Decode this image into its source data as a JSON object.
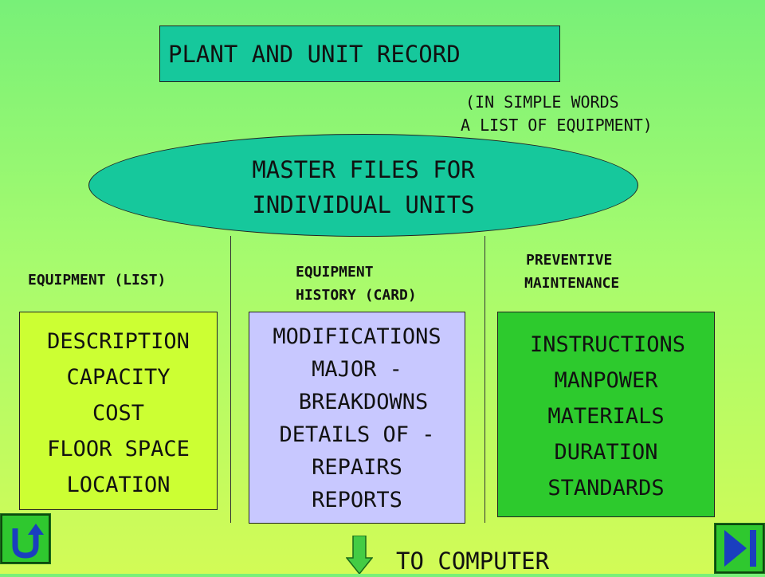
{
  "title": "PLANT AND UNIT RECORD",
  "note": {
    "line1": "(IN SIMPLE WORDS",
    "line2": "A LIST OF EQUIPMENT)"
  },
  "master": {
    "line1": "MASTER FILES FOR",
    "line2": "INDIVIDUAL UNITS"
  },
  "branches": [
    {
      "label_lines": [
        "EQUIPMENT (LIST)"
      ],
      "items": [
        "DESCRIPTION",
        "CAPACITY",
        "COST",
        "FLOOR SPACE",
        "LOCATION"
      ],
      "color": "#ccff33"
    },
    {
      "label_lines": [
        "EQUIPMENT",
        "HISTORY (CARD)"
      ],
      "items": [
        "MODIFICATIONS",
        "MAJOR -",
        "BREAKDOWNS",
        "DETAILS OF -",
        "REPAIRS",
        "REPORTS"
      ],
      "color": "#c8c8ff"
    },
    {
      "label_lines": [
        "PREVENTIVE",
        "MAINTENANCE"
      ],
      "items": [
        "INSTRUCTIONS",
        "MANPOWER",
        "MATERIALS",
        "DURATION",
        "STANDARDS"
      ],
      "color": "#2dca2d"
    }
  ],
  "footer": "TO COMPUTER",
  "icons": {
    "back": "return-icon",
    "next": "next-icon",
    "down": "arrow-down-icon"
  },
  "colors": {
    "primary_box": "#16c89c",
    "nav_button": "#2fc82f",
    "arrow": "#44cc44"
  }
}
